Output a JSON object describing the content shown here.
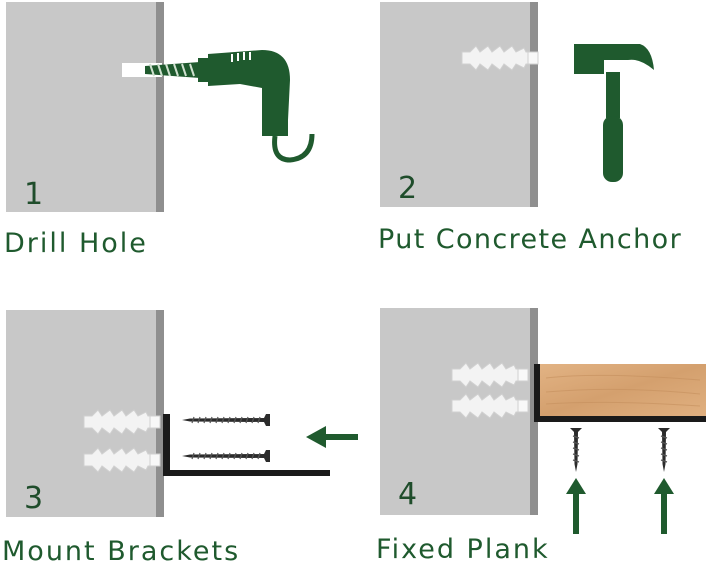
{
  "steps": [
    {
      "number": "1",
      "label": "Drill Hole"
    },
    {
      "number": "2",
      "label": "Put Concrete Anchor"
    },
    {
      "number": "3",
      "label": "Mount Brackets"
    },
    {
      "number": "4",
      "label": "Fixed Plank"
    }
  ],
  "colors": {
    "wall": "#c8c8c8",
    "wall_edge": "#8f8f8f",
    "tool_green": "#1f5a2e",
    "text_green": "#1f5a2e",
    "anchor": "#f1f1f1",
    "bracket": "#1a1a1a",
    "wood": "#d9a877"
  }
}
